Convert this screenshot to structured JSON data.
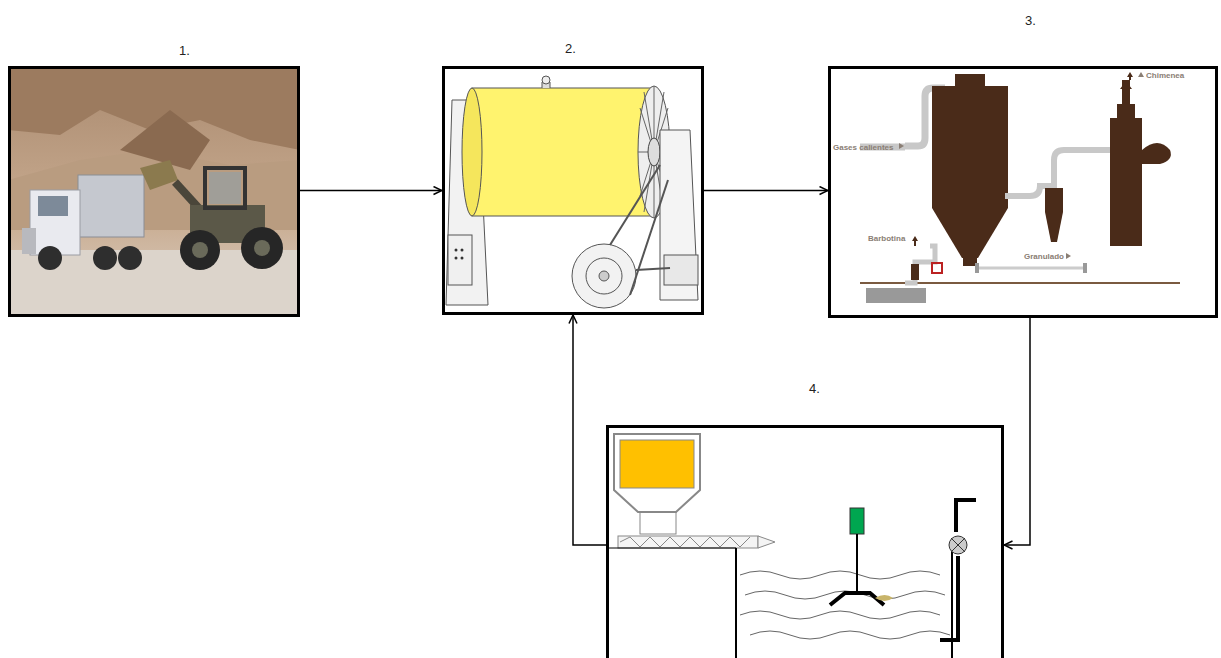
{
  "diagram": {
    "nodes": [
      {
        "text": [
          "1."
        ]
      },
      {
        "text": [
          "2."
        ]
      },
      {
        "text": [
          "3."
        ]
      },
      {
        "text": [
          "4."
        ]
      }
    ],
    "edges": [
      {
        "from": 0,
        "to": 1,
        "arrow": "to"
      },
      {
        "from": 1,
        "to": 2,
        "arrow": "to"
      },
      {
        "from": 2,
        "to": 3,
        "arrow": "to"
      },
      {
        "from": 3,
        "to": 1,
        "arrow": "to"
      }
    ],
    "labels": [
      "Chimenea",
      "Gases calientes",
      "Barbotina",
      "Granulado"
    ]
  }
}
